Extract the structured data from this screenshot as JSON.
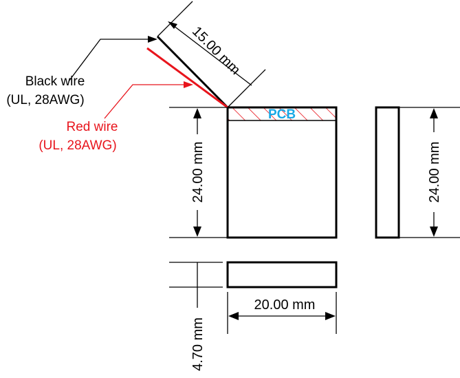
{
  "colors": {
    "line": "#000000",
    "red_wire": "#e8141c",
    "pcb_label": "#19a9e6",
    "pcb_hatch": "#e8141c"
  },
  "labels": {
    "black_wire": "Black wire",
    "black_wire_spec": "(UL, 28AWG)",
    "red_wire": "Red wire",
    "red_wire_spec": "(UL, 28AWG)",
    "pcb": "PCB"
  },
  "dimensions": {
    "wire_length": "15.00 mm",
    "front_height": "24.00 mm",
    "side_height": "24.00 mm",
    "width": "20.00 mm",
    "thickness": "4.70 mm"
  }
}
